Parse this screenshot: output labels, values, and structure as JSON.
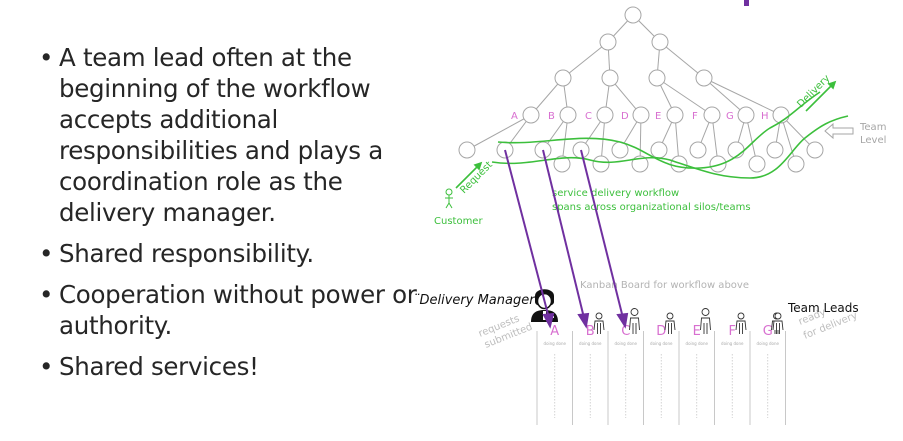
{
  "slide": {
    "bullets": [
      {
        "text": "A team lead often at the beginning of the workflow accepts additional responsibilities and plays a coordination role as the delivery manager."
      },
      {
        "text": "Shared responsibility."
      },
      {
        "text": "Cooperation without power or authority."
      },
      {
        "text": "Shared services!"
      }
    ],
    "bullet_glyph": "•"
  },
  "diagram": {
    "team_letters": [
      "A",
      "B",
      "C",
      "D",
      "E",
      "F",
      "G",
      "H"
    ],
    "labels": {
      "delivery": "Delivery",
      "request": "Request",
      "customer": "Customer",
      "team_level_line1": "Team",
      "team_level_line2": "Level",
      "workflow_line1": "service delivery workflow",
      "workflow_line2": "spans across organizational silos/teams",
      "kanban_title": "Kanban Board for workflow above",
      "delivery_manager": "¨Delivery Manager¨",
      "team_leads": "Team Leads",
      "requests_line1": "requests",
      "requests_line2": "submitted",
      "ready_line1": "ready",
      "ready_line2": "for delivery",
      "doing_done": "doing done"
    },
    "kanban_columns": [
      "A",
      "B",
      "C",
      "D",
      "E",
      "F",
      "G"
    ],
    "colors": {
      "tree": "#a6a6a6",
      "letters": "#d86fd0",
      "flow": "#3cbf3c",
      "arrows": "#7030a0",
      "kanban_text": "#b3b3b3",
      "text": "#262626"
    }
  }
}
